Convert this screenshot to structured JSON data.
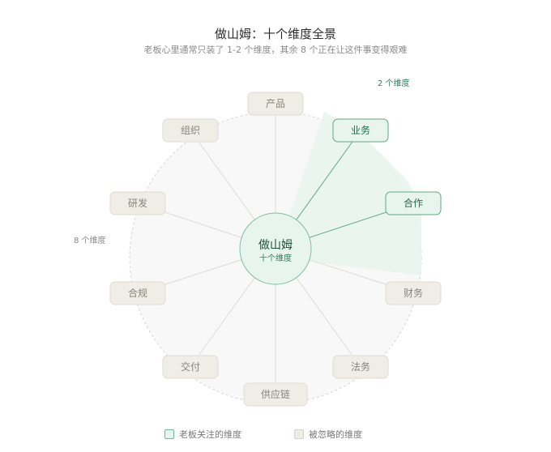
{
  "header": {
    "title": "做山姆：十个维度全景",
    "subtitle": "老板心里通常只装了 1-2 个维度，其余 8 个正在让这件事变得艰难"
  },
  "annotations": {
    "focus_count": "2 个维度",
    "ignored_count": "8 个维度"
  },
  "center": {
    "title": "做山姆",
    "subtitle": "十个维度"
  },
  "dimensions": [
    {
      "label": "产品",
      "focus": false
    },
    {
      "label": "业务",
      "focus": true
    },
    {
      "label": "合作",
      "focus": true
    },
    {
      "label": "财务",
      "focus": false
    },
    {
      "label": "法务",
      "focus": false
    },
    {
      "label": "供应链",
      "focus": false
    },
    {
      "label": "交付",
      "focus": false
    },
    {
      "label": "合规",
      "focus": false
    },
    {
      "label": "研发",
      "focus": false
    },
    {
      "label": "组织",
      "focus": false
    }
  ],
  "legend": {
    "focus_label": "老板关注的维度",
    "ignored_label": "被忽略的维度"
  },
  "colors": {
    "focus_fill": "#e7f5ee",
    "focus_stroke": "#5fa985",
    "focus_text": "#1f6b4c",
    "ignored_fill": "#f0ede7",
    "ignored_stroke": "#e0dbd2",
    "ignored_text": "#8a8478",
    "circle_fill": "#f8f8f8",
    "circle_stroke": "#d5d5d5"
  }
}
